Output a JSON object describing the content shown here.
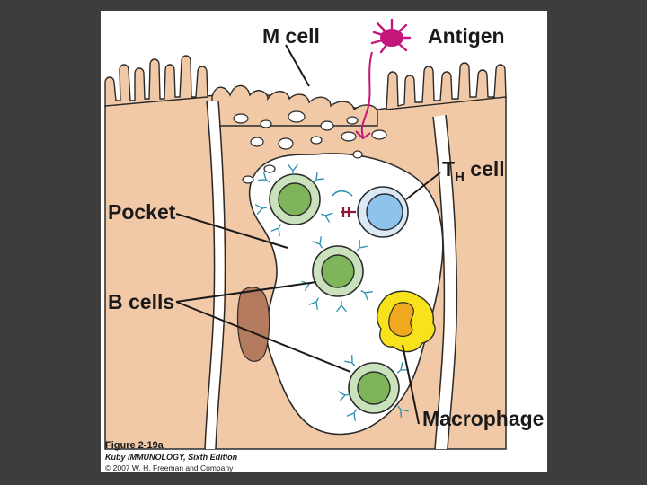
{
  "labels": {
    "m_cell": "M cell",
    "antigen": "Antigen",
    "th_main": "T",
    "th_sub": "H",
    "th_rest": " cell",
    "pocket": "Pocket",
    "b_cells": "B cells",
    "macrophage": "Macrophage"
  },
  "caption": {
    "figure": "Figure 2-19a",
    "book": "Kuby IMMUNOLOGY, Sixth Edition",
    "copyright": "© 2007 W. H. Freeman and Company"
  },
  "colors": {
    "background": "#3d3d3d",
    "panel": "#ffffff",
    "tissue": "#f2c9a6",
    "tissue_outline": "#2b2b2b",
    "b_cell_ring": "#c9e2bc",
    "b_cell_nucleus": "#7fb55a",
    "t_cell_ring": "#dbe9f6",
    "t_cell_nucleus": "#8ec3ec",
    "macrophage": "#f7e21c",
    "macrophage_nucleus": "#f0a81e",
    "antigen": "#c4157a",
    "antibody": "#2c8fb0",
    "nucleus_dark": "#b47b5e"
  },
  "icons": [
    "antigen-particle-icon",
    "antibody-y-icon"
  ]
}
